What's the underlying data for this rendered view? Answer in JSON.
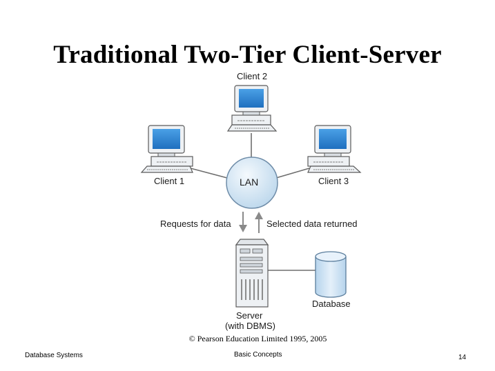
{
  "title": "Traditional Two-Tier Client-Server",
  "diagram": {
    "client1_label": "Client 1",
    "client2_label": "Client 2",
    "client3_label": "Client 3",
    "lan_label": "LAN",
    "requests_label": "Requests for data",
    "returned_label": "Selected data returned",
    "server_label_line1": "Server",
    "server_label_line2": "(with DBMS)",
    "database_label": "Database"
  },
  "copyright": "© Pearson Education Limited 1995, 2005",
  "footer": {
    "left": "Database Systems",
    "center": "Basic Concepts",
    "page_number": "14"
  },
  "colors": {
    "lan_fill": "#cfe3f2",
    "screen": "#2f86d6",
    "device": "#eef1f4",
    "outline": "#5a5a5a",
    "cylinder": "#cfe3f2"
  }
}
